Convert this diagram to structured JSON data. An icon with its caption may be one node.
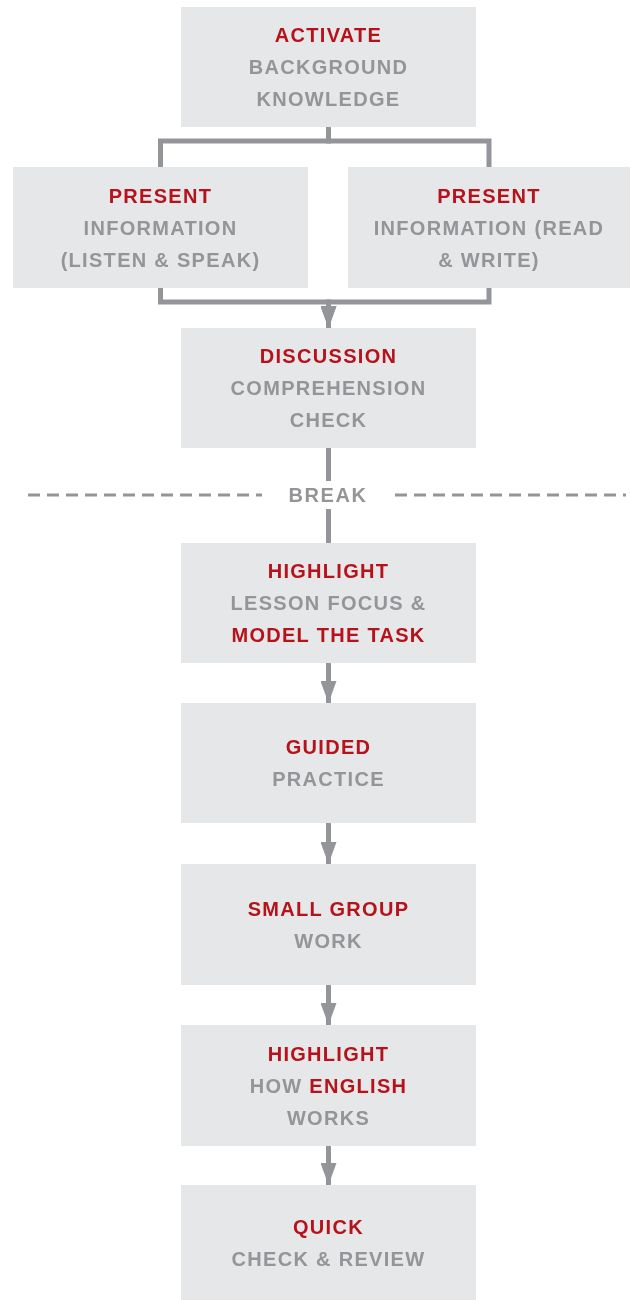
{
  "diagram": {
    "nodes": [
      {
        "text": [
          "ACTIVATE",
          "BACKGROUND KNOWLEDGE"
        ]
      },
      {
        "text": [
          "PRESENT",
          "INFORMATION (LISTEN & SPEAK)"
        ]
      },
      {
        "text": [
          "PRESENT",
          "INFORMATION (READ & WRITE)"
        ]
      },
      {
        "text": [
          "DISCUSSION",
          "COMPREHENSION CHECK"
        ]
      },
      {
        "text": [
          "HIGHLIGHT",
          "LESSON FOCUS & **MODEL THE TASK**"
        ]
      },
      {
        "text": [
          "GUIDED",
          "PRACTICE"
        ]
      },
      {
        "text": [
          "SMALL GROUP",
          "WORK"
        ]
      },
      {
        "text": [
          "HIGHLIGHT",
          "HOW **ENGLISH** WORKS"
        ]
      },
      {
        "text": [
          "QUICK",
          "CHECK & REVIEW"
        ]
      }
    ],
    "edges": [
      {
        "from": 0,
        "to": 1,
        "arrow": "none"
      },
      {
        "from": 0,
        "to": 2,
        "arrow": "none"
      },
      {
        "from": 1,
        "to": 3,
        "arrow": "to"
      },
      {
        "from": 2,
        "to": 3,
        "arrow": "to"
      },
      {
        "from": 3,
        "to": 4,
        "arrow": "none"
      },
      {
        "from": 4,
        "to": 5,
        "arrow": "to"
      },
      {
        "from": 5,
        "to": 6,
        "arrow": "to"
      },
      {
        "from": 6,
        "to": 7,
        "arrow": "to"
      },
      {
        "from": 7,
        "to": 8,
        "arrow": "to"
      }
    ],
    "labels": [
      "BREAK"
    ]
  }
}
